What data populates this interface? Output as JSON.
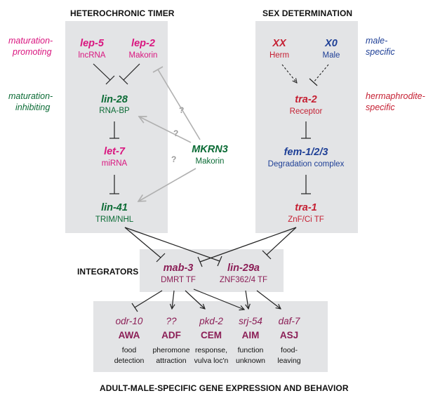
{
  "headers": {
    "heterochronic": "HETEROCHRONIC TIMER",
    "sex_determination": "SEX DETERMINATION",
    "integrators": "INTEGRATORS",
    "bottom": "ADULT-MALE-SPECIFIC GENE EXPRESSION AND BEHAVIOR"
  },
  "side_labels": {
    "maturation_promoting": [
      "maturation-",
      "promoting"
    ],
    "maturation_inhibiting": [
      "maturation-",
      "inhibiting"
    ],
    "male_specific": [
      "male-",
      "specific"
    ],
    "hermaphrodite_specific": [
      "hermaphrodite-",
      "specific"
    ]
  },
  "timer": {
    "lep5": {
      "name": "lep-5",
      "desc": "lncRNA"
    },
    "lep2": {
      "name": "lep-2",
      "desc": "Makorin"
    },
    "lin28": {
      "name": "lin-28",
      "desc": "RNA-BP"
    },
    "let7": {
      "name": "let-7",
      "desc": "miRNA"
    },
    "lin41": {
      "name": "lin-41",
      "desc": "TRIM/NHL"
    }
  },
  "mkrn3": {
    "name": "MKRN3",
    "desc": "Makorin",
    "question": "?"
  },
  "sexdet": {
    "xx": {
      "name": "XX",
      "desc": "Herm"
    },
    "x0": {
      "name": "X0",
      "desc": "Male"
    },
    "tra2": {
      "name": "tra-2",
      "desc": "Receptor"
    },
    "fem": {
      "name": "fem-1/2/3",
      "desc": "Degradation complex"
    },
    "tra1": {
      "name": "tra-1",
      "desc": "ZnF/Ci TF"
    }
  },
  "integrators": {
    "mab3": {
      "name": "mab-3",
      "desc": "DMRT TF"
    },
    "lin29a": {
      "name": "lin-29a",
      "desc": "ZNF362/4 TF"
    }
  },
  "targets": [
    {
      "gene": "odr-10",
      "neuron": "AWA",
      "desc": [
        "food",
        "detection"
      ]
    },
    {
      "gene": "??",
      "neuron": "ADF",
      "desc": [
        "pheromone",
        "attraction"
      ]
    },
    {
      "gene": "pkd-2",
      "neuron": "CEM",
      "desc": [
        "response,",
        "vulva loc'n"
      ]
    },
    {
      "gene": "srj-54",
      "neuron": "AIM",
      "desc": [
        "function",
        "unknown"
      ]
    },
    {
      "gene": "daf-7",
      "neuron": "ASJ",
      "desc": [
        "food-",
        "leaving"
      ]
    }
  ]
}
